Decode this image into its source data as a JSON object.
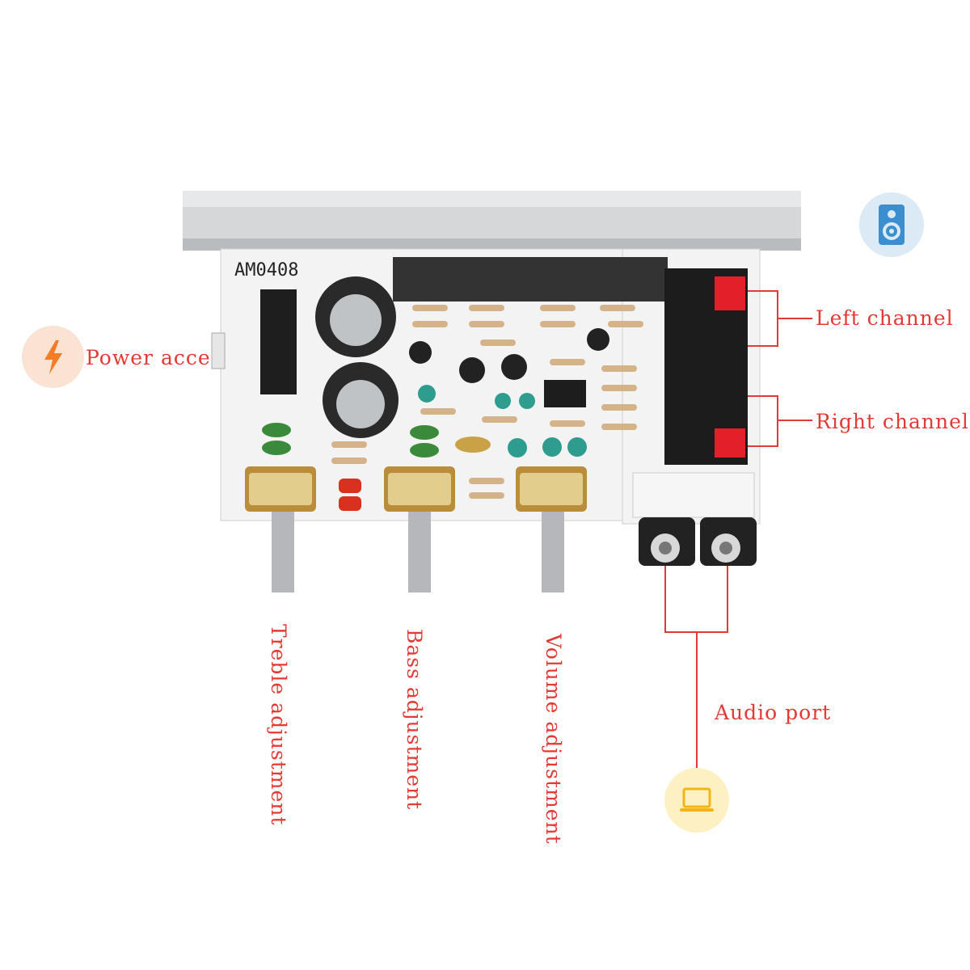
{
  "board": {
    "model": "AM0408"
  },
  "labels": {
    "power": "Power access",
    "left_channel": "Left channel",
    "right_channel": "Right channel",
    "audio_port": "Audio port",
    "treble": "Treble adjustment",
    "bass": "Bass adjustment",
    "volume": "Volume adjustment"
  },
  "icons": {
    "power": "lightning-bolt-icon",
    "speaker": "speaker-icon",
    "laptop": "laptop-icon"
  },
  "colors": {
    "label_red": "#e53935",
    "power_circle": "#fbe3d3",
    "power_bolt": "#f57c26",
    "speaker_circle": "#dceaf5",
    "speaker_fill": "#3b8fd0",
    "laptop_circle": "#fdf0c2",
    "laptop_fill": "#f2b516"
  }
}
